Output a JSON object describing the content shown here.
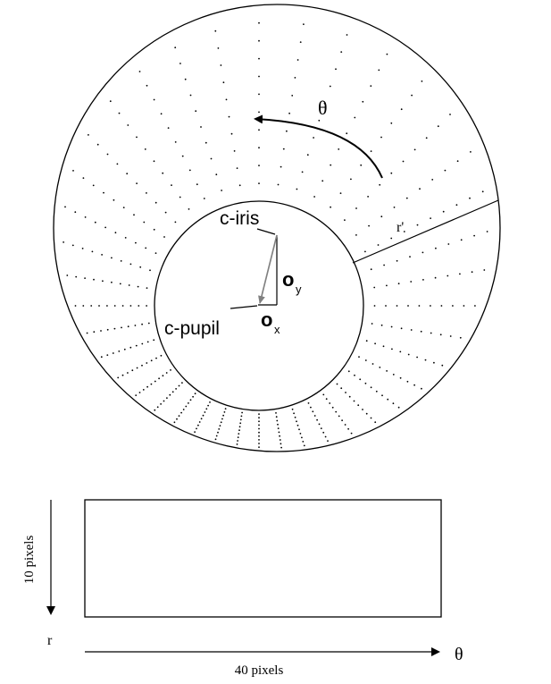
{
  "labels": {
    "theta_top": "θ",
    "r_prime": "r'",
    "c_iris": "c-iris",
    "c_pupil": "c-pupil",
    "o_main": "o",
    "o_y_sub": "y",
    "o_x_sub": "x",
    "r_axis": "r",
    "theta_axis": "θ",
    "height_pixels": "10 pixels",
    "width_pixels": "40 pixels"
  },
  "sampling": {
    "radial_lines": 40,
    "points_per_line": 10
  },
  "colors": {
    "stroke": "#000000",
    "vector": "#808080",
    "background": "#ffffff"
  }
}
